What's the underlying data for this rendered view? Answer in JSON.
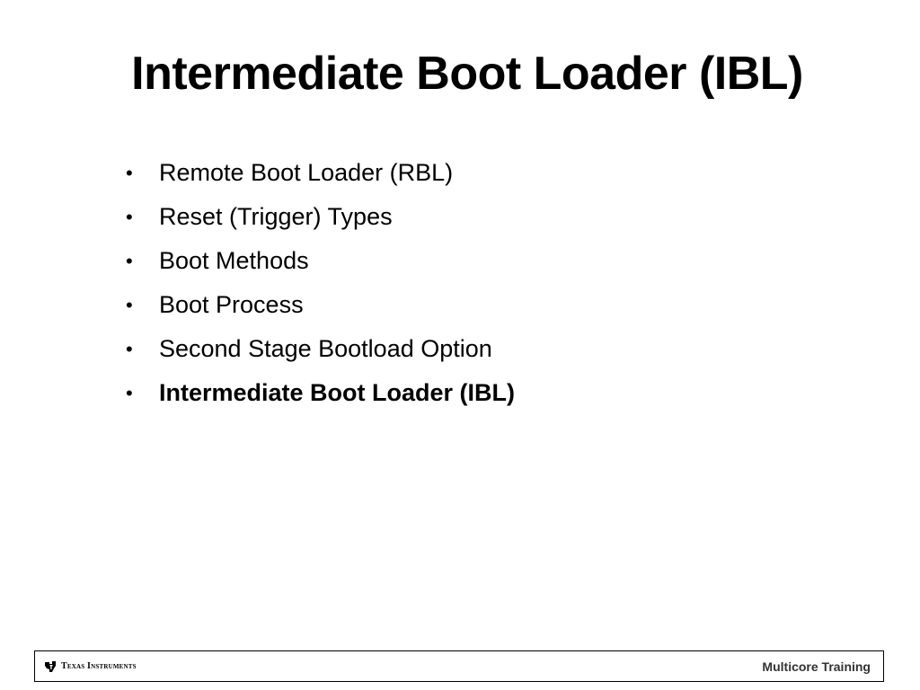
{
  "slide": {
    "title": "Intermediate Boot Loader (IBL)",
    "bullets": [
      {
        "text": "Remote Boot Loader (RBL)",
        "bold": false
      },
      {
        "text": "Reset (Trigger) Types",
        "bold": false
      },
      {
        "text": "Boot Methods",
        "bold": false
      },
      {
        "text": "Boot Process",
        "bold": false
      },
      {
        "text": "Second Stage Bootload Option",
        "bold": false
      },
      {
        "text": "Intermediate Boot Loader (IBL)",
        "bold": true
      }
    ],
    "bullet_glyph": "•"
  },
  "footer": {
    "logo_icon": "texas-instruments-logo-icon",
    "logo_text": "Texas Instruments",
    "right_label": "Multicore Training"
  }
}
